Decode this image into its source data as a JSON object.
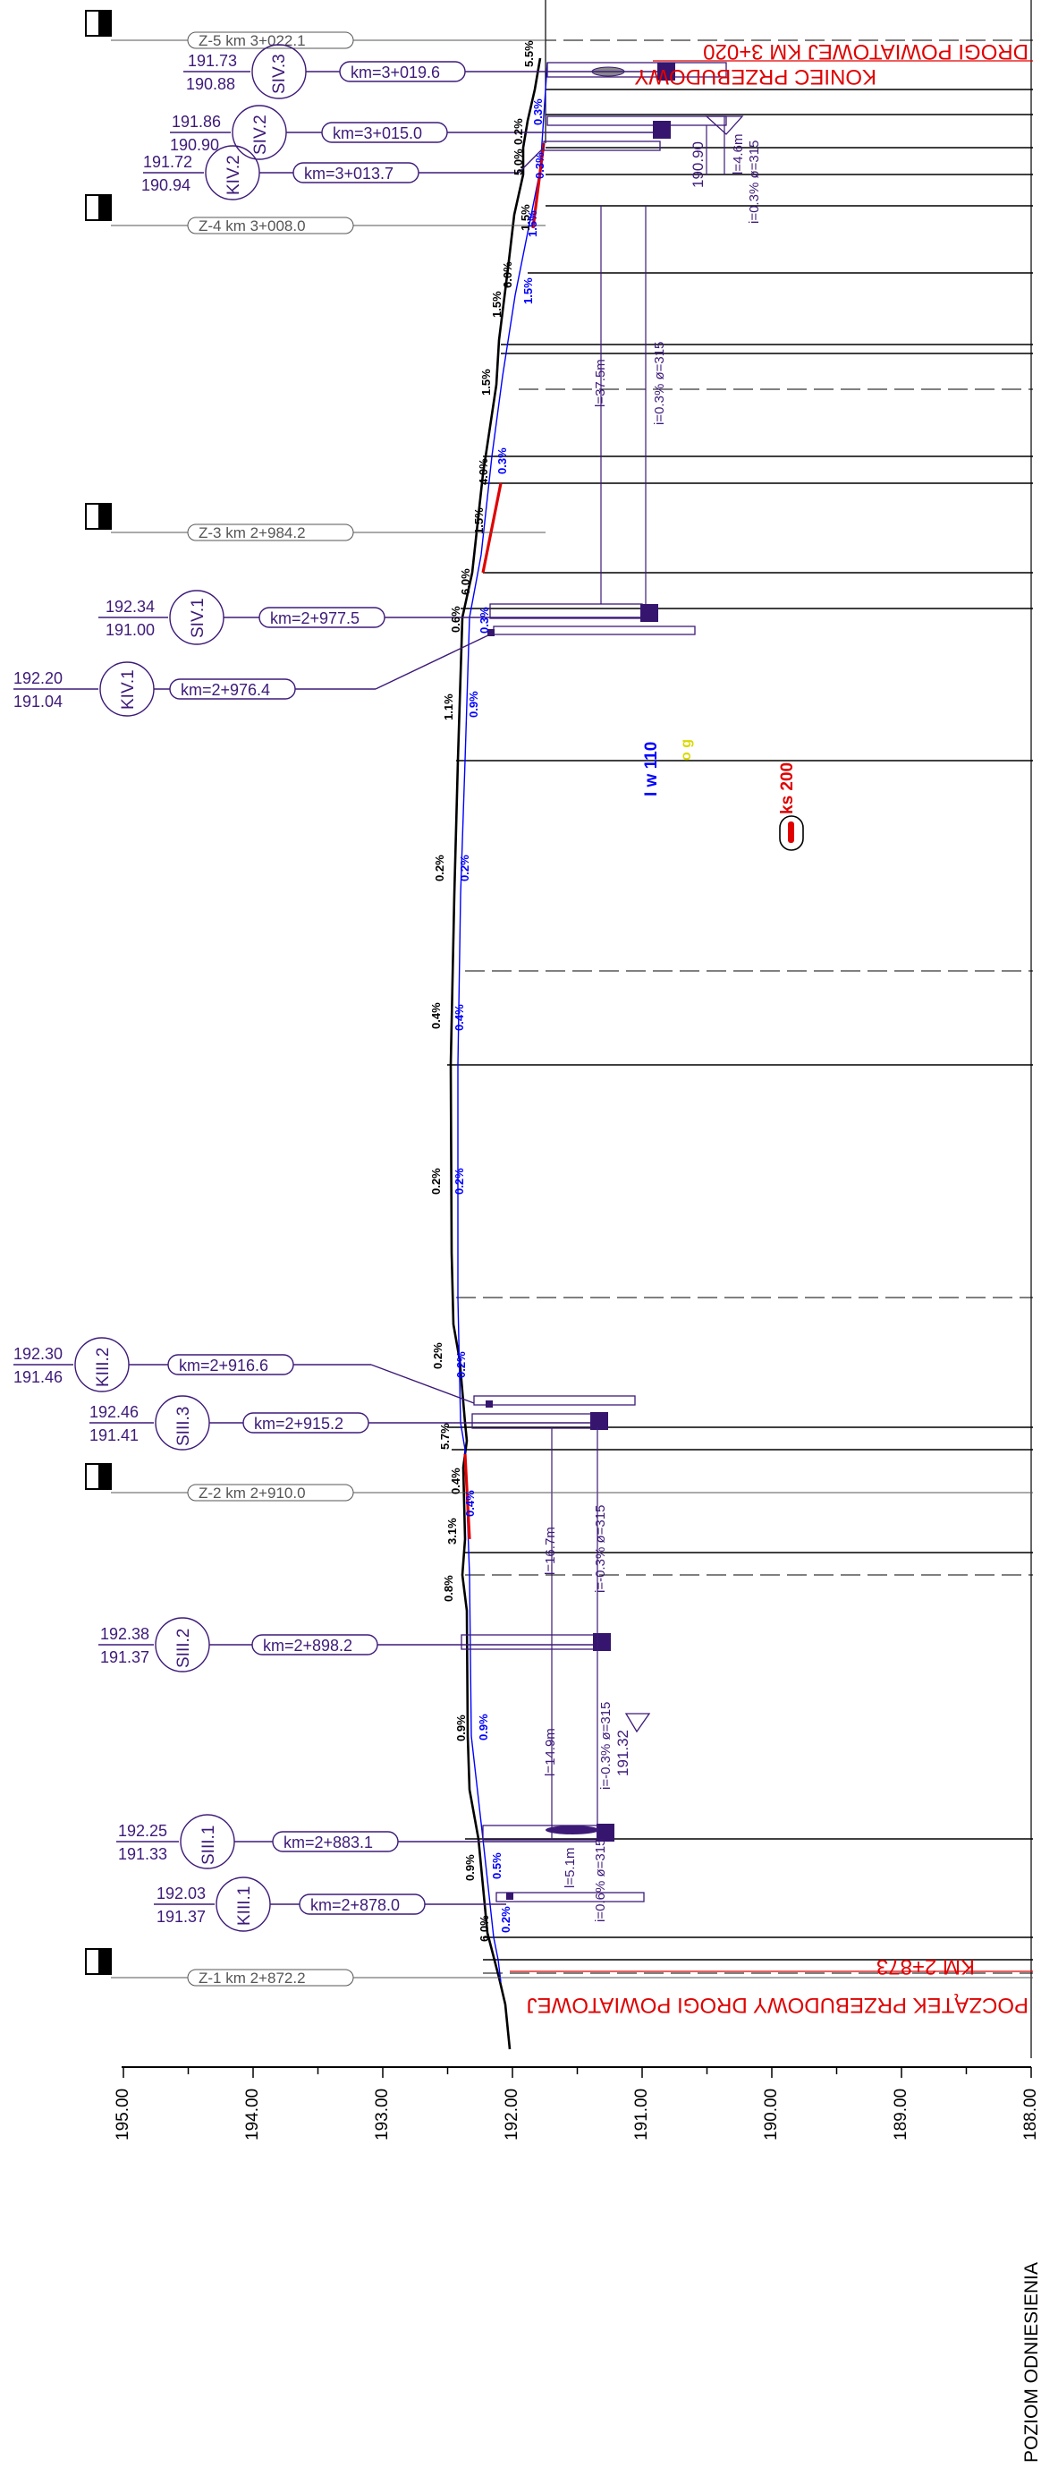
{
  "colors": {
    "line": "#000000",
    "purple": "#3d1a78",
    "purple_fill": "#35156e",
    "red": "#e00000",
    "blue": "#0000ff",
    "yellow": "#d9d900",
    "grey": "#555555"
  },
  "header": {
    "end_line1": "DROGI POWIATOWEJ KM 3+020",
    "end_line2": "KONIEC PRZEBUDOWY",
    "start_line1": "POCZĄTEK PRZEBUDOWY DROGI POWIATOWEJ",
    "start_line2": "KM 2+873"
  },
  "sections": [
    {
      "label": "Z-5  km  3+022.1"
    },
    {
      "label": "Z-4  km  3+008.0"
    },
    {
      "label": "Z-3  km  2+984.2"
    },
    {
      "label": "Z-2  km  2+910.0"
    },
    {
      "label": "Z-1  km  2+872.2"
    }
  ],
  "structures": [
    {
      "id": "SIV.3",
      "top": "191.73",
      "bottom": "190.88",
      "km": "km=3+019.6"
    },
    {
      "id": "SIV.2",
      "top": "191.86",
      "bottom": "190.90",
      "km": "km=3+015.0"
    },
    {
      "id": "KIV.2",
      "top": "191.72",
      "bottom": "190.94",
      "km": "km=3+013.7"
    },
    {
      "id": "SIV.1",
      "top": "192.34",
      "bottom": "191.00",
      "km": "km=2+977.5"
    },
    {
      "id": "KIV.1",
      "top": "192.20",
      "bottom": "191.04",
      "km": "km=2+976.4"
    },
    {
      "id": "KIII.2",
      "top": "192.30",
      "bottom": "191.46",
      "km": "km=2+916.6"
    },
    {
      "id": "SIII.3",
      "top": "192.46",
      "bottom": "191.41",
      "km": "km=2+915.2"
    },
    {
      "id": "SIII.2",
      "top": "192.38",
      "bottom": "191.37",
      "km": "km=2+898.2"
    },
    {
      "id": "SIII.1",
      "top": "192.25",
      "bottom": "191.33",
      "km": "km=2+883.1"
    },
    {
      "id": "KIII.1",
      "top": "192.03",
      "bottom": "191.37",
      "km": "km=2+878.0"
    }
  ],
  "slopes_black": [
    "5.5%",
    "0.2%",
    "5.0%",
    "1.5%",
    "6.0%",
    "1.5%",
    "1.5%",
    "4.0%",
    "1.5%",
    "6.0%",
    "0.6%",
    "1.1%",
    "0.2%",
    "0.4%",
    "0.2%",
    "0.2%",
    "5.7%",
    "0.4%",
    "3.1%",
    "0.8%",
    "0.9%",
    "0.9%",
    "6.0%"
  ],
  "slopes_blue": [
    "0.3%",
    "0.3%",
    "1.5%",
    "1.5%",
    "0.3%",
    "0.3%",
    "0.9%",
    "0.2%",
    "0.4%",
    "0.2%",
    "0.2%",
    "0.4%",
    "0.9%",
    "0.5%",
    "0.2%"
  ],
  "pipes": {
    "upper_length": "l=37.5m",
    "upper_slope": "i=0.3%  ø=315",
    "top_length": "l=4.6m",
    "top_slope": "i=0.3%  ø=315",
    "top_level": "190.90",
    "lower_length1": "l=16.7m",
    "lower_slope1": "i=-0.3%  ø=315",
    "lower_length2": "l=14.9m",
    "lower_slope2": "i=-0.3%  ø=315",
    "lower_level": "191.32",
    "lower_length3": "l=5.1m",
    "lower_slope3": "i=0.6%  ø=315"
  },
  "utilities": {
    "water": "I w 110",
    "gas": "o g",
    "sewer": "ks 200"
  },
  "axis": {
    "title": "POZIOM ODNIESIENIA",
    "ticks": [
      "195.00",
      "194.00",
      "193.00",
      "192.00",
      "191.00",
      "190.00",
      "189.00",
      "188.00"
    ]
  }
}
